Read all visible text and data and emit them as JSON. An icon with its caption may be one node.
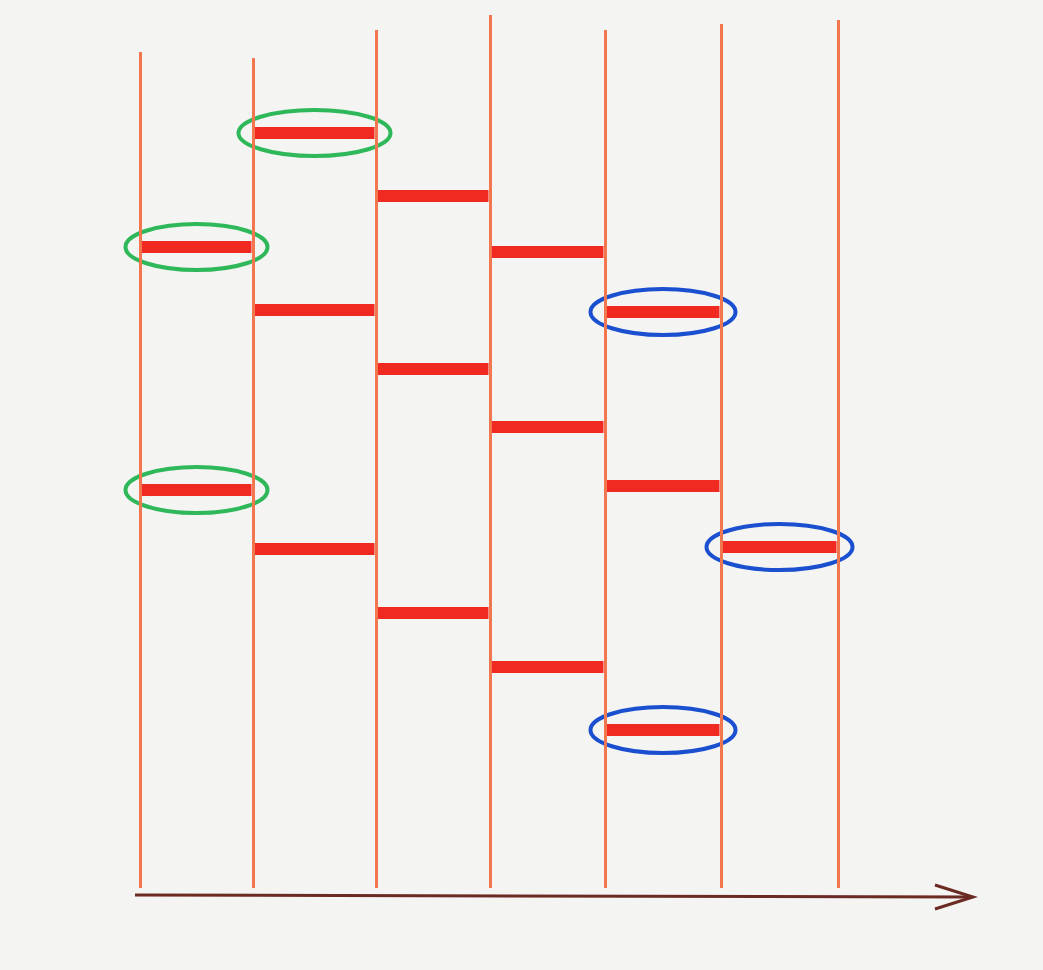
{
  "diagram": {
    "nodes": [
      {
        "text": [],
        "shape": "bar"
      },
      {
        "text": [],
        "shape": "bar"
      },
      {
        "text": [],
        "shape": "bar"
      },
      {
        "text": [],
        "shape": "bar"
      },
      {
        "text": [],
        "shape": "bar"
      },
      {
        "text": [],
        "shape": "bar"
      },
      {
        "text": [],
        "shape": "bar"
      }
    ],
    "edges": [
      {
        "from": 1,
        "to": 2,
        "arrow": "none"
      },
      {
        "from": 2,
        "to": 3,
        "arrow": "none"
      },
      {
        "from": 0,
        "to": 1,
        "arrow": "none"
      },
      {
        "from": 3,
        "to": 4,
        "arrow": "none"
      },
      {
        "from": 1,
        "to": 2,
        "arrow": "none"
      },
      {
        "from": 4,
        "to": 5,
        "arrow": "none"
      },
      {
        "from": 2,
        "to": 3,
        "arrow": "none"
      },
      {
        "from": 3,
        "to": 4,
        "arrow": "none"
      },
      {
        "from": 4,
        "to": 5,
        "arrow": "none"
      },
      {
        "from": 0,
        "to": 1,
        "arrow": "none"
      },
      {
        "from": 5,
        "to": 6,
        "arrow": "none"
      },
      {
        "from": 1,
        "to": 2,
        "arrow": "none"
      },
      {
        "from": 2,
        "to": 3,
        "arrow": "none"
      },
      {
        "from": 3,
        "to": 4,
        "arrow": "none"
      },
      {
        "from": 4,
        "to": 5,
        "arrow": "none"
      }
    ]
  }
}
